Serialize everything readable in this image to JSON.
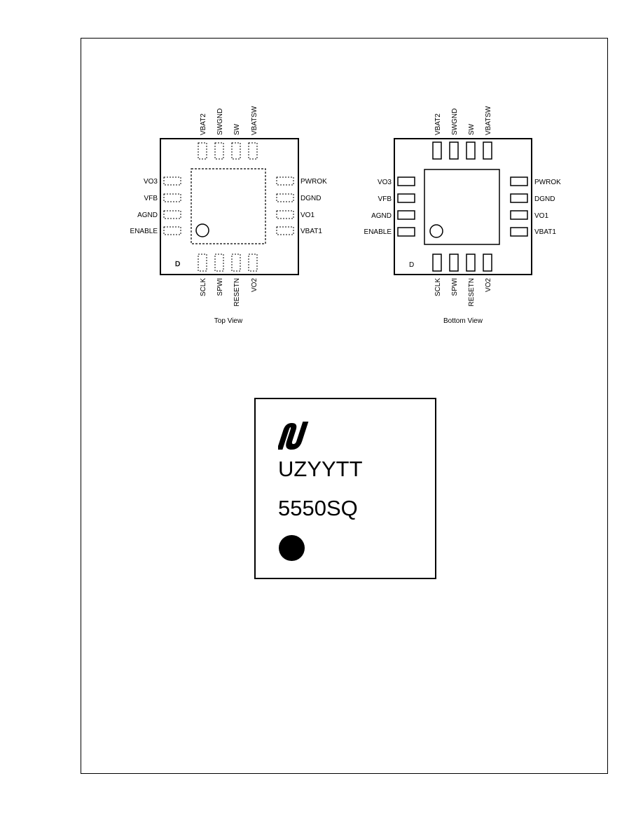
{
  "top_view": {
    "caption": "Top View",
    "pins_top": [
      "VBAT2",
      "SWGND",
      "SW",
      "VBATSW"
    ],
    "pins_bottom": [
      "SCLK",
      "SPWI",
      "RESETN",
      "VO2"
    ],
    "pins_left": [
      "VO3",
      "VFB",
      "AGND",
      "ENABLE"
    ],
    "pins_right": [
      "PWROK",
      "DGND",
      "VO1",
      "VBAT1"
    ],
    "corner_letter": "D"
  },
  "bottom_view": {
    "caption": "Bottom View",
    "pins_top": [
      "VBAT2",
      "SWGND",
      "SW",
      "VBATSW"
    ],
    "pins_bottom": [
      "SCLK",
      "SPWI",
      "RESETN",
      "VO2"
    ],
    "pins_left": [
      "VO3",
      "VFB",
      "AGND",
      "ENABLE"
    ],
    "pins_right": [
      "PWROK",
      "DGND",
      "VO1",
      "VBAT1"
    ],
    "corner_letter": "D"
  },
  "marking": {
    "logo": "national-semiconductor-logo",
    "line1": "UZYYTT",
    "line2": "5550SQ"
  }
}
